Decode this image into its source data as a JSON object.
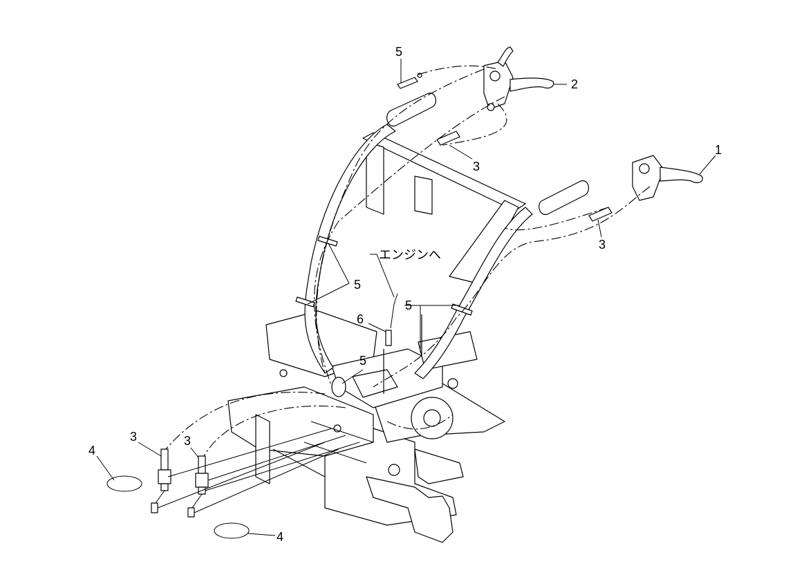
{
  "callouts": {
    "c1": "1",
    "c2": "2",
    "c3a": "3",
    "c3b": "3",
    "c3c": "3",
    "c3d": "3",
    "c4a": "4",
    "c4b": "4",
    "c5a": "5",
    "c5b": "5",
    "c5c": "5",
    "c5d": "5",
    "c6": "6"
  },
  "annotation": {
    "to_engine": "エンジンへ"
  }
}
